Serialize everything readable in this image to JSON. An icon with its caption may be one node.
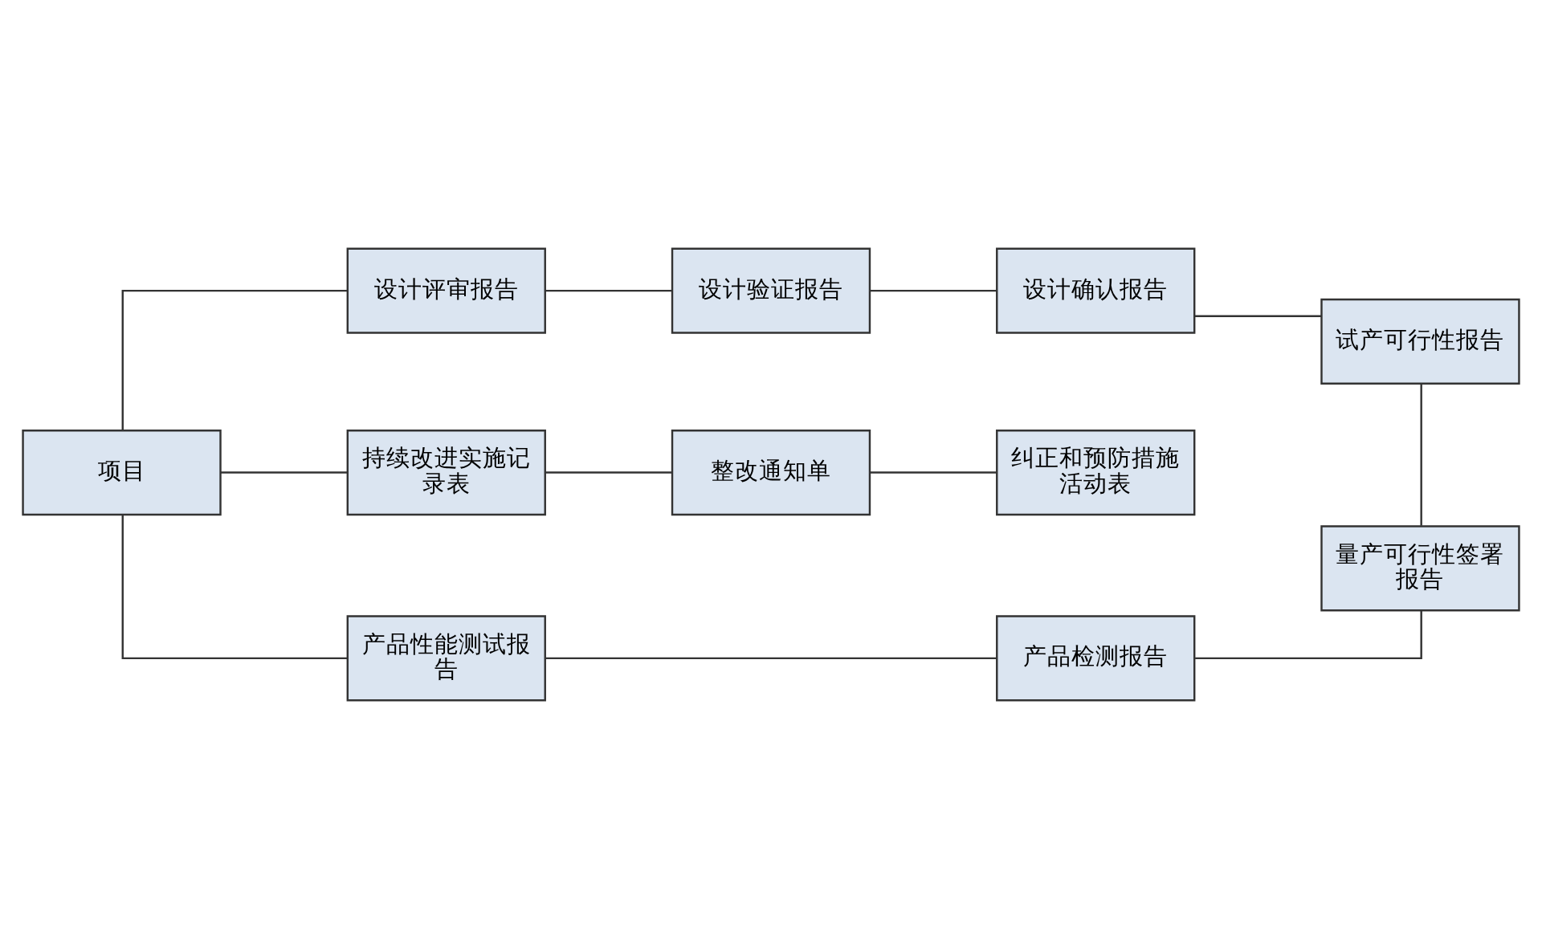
{
  "diagram": {
    "nodes": [
      {
        "text": [
          "项目"
        ]
      },
      {
        "text": [
          "设计评审报告"
        ]
      },
      {
        "text": [
          "设计验证报告"
        ]
      },
      {
        "text": [
          "设计确认报告"
        ]
      },
      {
        "text": [
          "试产可行性报告"
        ]
      },
      {
        "text": [
          "持续改进实施记录表"
        ]
      },
      {
        "text": [
          "整改通知单"
        ]
      },
      {
        "text": [
          "纠正和预防措施活动表"
        ]
      },
      {
        "text": [
          "产品性能测试报告"
        ]
      },
      {
        "text": [
          "产品检测报告"
        ]
      },
      {
        "text": [
          "量产可行性签署报告"
        ]
      }
    ],
    "edges": [
      {
        "from": 0,
        "to": 1,
        "arrow": "none"
      },
      {
        "from": 1,
        "to": 2,
        "arrow": "none"
      },
      {
        "from": 2,
        "to": 3,
        "arrow": "none"
      },
      {
        "from": 3,
        "to": 4,
        "arrow": "none"
      },
      {
        "from": 0,
        "to": 5,
        "arrow": "none"
      },
      {
        "from": 5,
        "to": 6,
        "arrow": "none"
      },
      {
        "from": 6,
        "to": 7,
        "arrow": "none"
      },
      {
        "from": 0,
        "to": 8,
        "arrow": "none"
      },
      {
        "from": 8,
        "to": 9,
        "arrow": "none"
      },
      {
        "from": 9,
        "to": 10,
        "arrow": "none"
      },
      {
        "from": 4,
        "to": 10,
        "arrow": "none"
      }
    ]
  }
}
